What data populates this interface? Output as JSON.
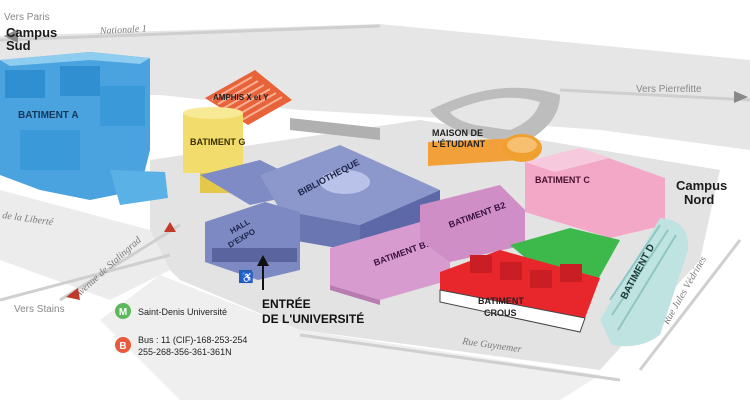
{
  "campus": {
    "sud": [
      "Campus",
      "Sud"
    ],
    "nord": [
      "Campus",
      "Nord"
    ]
  },
  "directions": {
    "paris": "Vers Paris",
    "pierrefitte": "Vers Pierrefitte",
    "stains": "Vers Stains"
  },
  "roads": {
    "nationale": "Nationale 1",
    "liberte": "de la Liberté",
    "stalingrad": "Avenue de Stalingrad",
    "guynemer": "Rue Guynemer",
    "jules_vedrines": "Rue Jules Védrines"
  },
  "buildings": {
    "a": "BATIMENT A",
    "g": "BATIMENT G",
    "amphis": "AMPHIS X et Y",
    "maison": [
      "MAISON DE",
      "L'ÉTUDIANT"
    ],
    "bibliotheque": "BIBLIOTHEQUE",
    "hall": [
      "HALL",
      "D'EXPO"
    ],
    "b1": "BATIMENT B1",
    "b2": "BATIMENT B2",
    "c": "BATIMENT C",
    "d": "BATIMENT D",
    "crous": [
      "BATIMENT",
      "CROUS"
    ]
  },
  "entrance": [
    "ENTRÉE",
    "DE L'UNIVERSITÉ"
  ],
  "legend": {
    "metro_badge": "M",
    "metro_label": "Saint-Denis Université",
    "bus_badge": "B",
    "bus_line1": "Bus : 11 (CIF)-168-253-254",
    "bus_line2": "255-268-356-361-361N"
  },
  "colors": {
    "batiment_a": "#4aa3df",
    "batiment_g": "#f2dc6b",
    "amphis": "#e8633a",
    "maison": "#f2a03a",
    "bibliotheque": "#8c98cc",
    "batiment_b": "#d89bd0",
    "batiment_c": "#f2a8c6",
    "batiment_d": "#bfe3e0",
    "crous": "#e8272d",
    "lawn": "#3cb94a",
    "metro": "#5cb85c",
    "bus": "#e85a3a"
  }
}
